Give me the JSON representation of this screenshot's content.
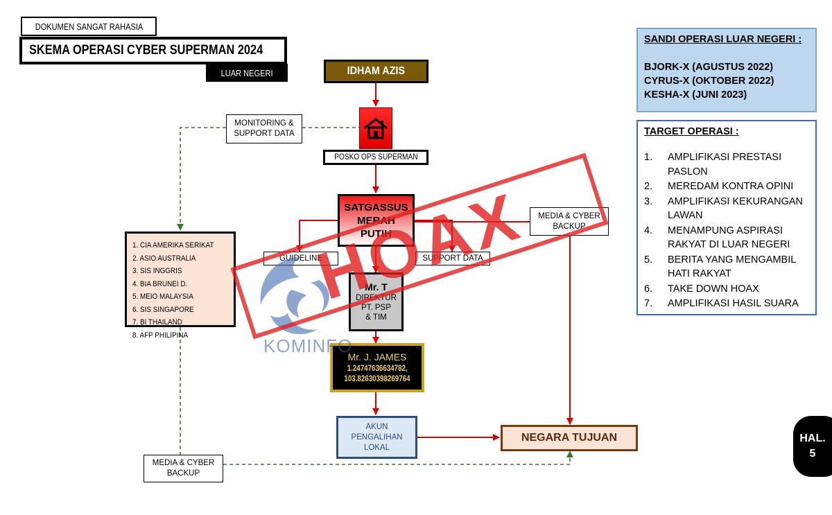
{
  "header": {
    "classification": "DOKUMEN SANGAT RAHASIA",
    "title": "SKEMA OPERASI CYBER SUPERMAN 2024",
    "subtitle": "LUAR NEGERI"
  },
  "nodes": {
    "idham": "IDHAM AZIS",
    "posko": "POSKO OPS SUPERMAN",
    "monitoring": [
      "MONITORING &",
      "SUPPORT DATA"
    ],
    "satgassus": [
      "SATGASSUS",
      "MERAH",
      "PUTIH"
    ],
    "guideline": "GUIDELINE",
    "support_data": "SUPPORT DATA",
    "media_backup_top": [
      "MEDIA & CYBER",
      "BACKUP"
    ],
    "mr_t": {
      "name": "Mr. T",
      "lines": [
        "DIREKTUR",
        "PT. PSP",
        "& TIM"
      ]
    },
    "mr_james": {
      "name": "Mr. J. JAMES",
      "coords": [
        "1.24747636634782,",
        "103.82630398269764"
      ]
    },
    "akun": [
      "AKUN",
      "PENGALIHAN",
      "LOKAL"
    ],
    "negara": "NEGARA TUJUAN",
    "media_backup_bottom": [
      "MEDIA & CYBER",
      "BACKUP"
    ],
    "agencies": [
      "1.  CIA AMERIKA SERIKAT",
      "2.  ASIO AUSTRALIA",
      "3.  SIS INGGRIS",
      "4.  BIA BRUNEI D.",
      "5.  MEIO MALAYSIA",
      "6.  SIS SINGAPORE",
      "7.  BI THAILAND",
      "8.  AFP PHILIPINA"
    ]
  },
  "sandi": {
    "heading": "SANDI OPERASI LUAR NEGERI :",
    "items": [
      "BJORK-X (AGUSTUS 2022)",
      "CYRUS-X (OKTOBER 2022)",
      "KESHA-X (JUNI 2023)"
    ]
  },
  "target": {
    "heading": "TARGET OPERASI :",
    "items": [
      {
        "num": "1.",
        "lines": [
          "AMPLIFIKASI PRESTASI",
          "PASLON"
        ]
      },
      {
        "num": "2.",
        "lines": [
          "MEREDAM KONTRA OPINI"
        ]
      },
      {
        "num": "3.",
        "lines": [
          "AMPLIFIKASI KEKURANGAN",
          "LAWAN"
        ]
      },
      {
        "num": "4.",
        "lines": [
          "MENAMPUNG ASPIRASI",
          "RAKYAT DI LUAR NEGERI"
        ]
      },
      {
        "num": "5.",
        "lines": [
          "BERITA YANG MENGAMBIL",
          "HATI RAKYAT"
        ]
      },
      {
        "num": "6.",
        "lines": [
          "TAKE DOWN HOAX"
        ]
      },
      {
        "num": "7.",
        "lines": [
          "AMPLIFIKASI HASIL SUARA"
        ]
      }
    ]
  },
  "page_badge": [
    "HAL.",
    "5"
  ],
  "watermark": {
    "stamp": "HOAX",
    "logo": "KOMINFO"
  },
  "colors": {
    "arrow_red": "#e00000",
    "dash_green": "#3a7a2a",
    "idham_fill": "#7a5a0a",
    "james_border": "#c9a227",
    "negara_border": "#7a3a10",
    "negara_fill": "#fbe3d6",
    "agency_fill": "#fbe3d6",
    "akun_fill": "#dde8f5",
    "akun_border": "#2e4d7a",
    "sandi_fill": "#bcd7ee",
    "target_border": "#2e75b6",
    "stamp_red": "#e02020"
  }
}
